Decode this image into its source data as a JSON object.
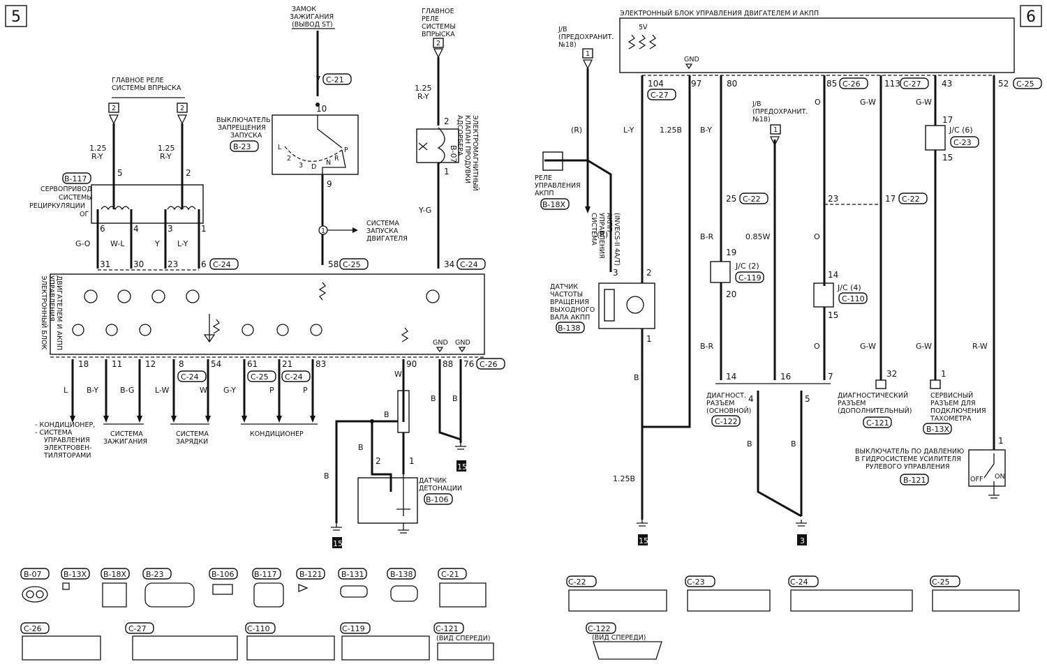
{
  "pages": {
    "left": "5",
    "right": "6"
  },
  "left": {
    "ign_lock": [
      "ЗАМОК",
      "ЗАЖИГАНИЯ",
      "(ВЫВОД ST)"
    ],
    "main_relay_top": [
      "ГЛАВНОЕ",
      "РЕЛЕ",
      "СИСТЕМЫ",
      "ВПРЫСКА"
    ],
    "main_relay_left": [
      "ГЛАВНОЕ РЕЛЕ",
      "СИСТЕМЫ ВПРЫСКА"
    ],
    "conn_2": "2",
    "inhibitor": [
      "ВЫКЛЮЧАТЕЛЬ",
      "ЗАПРЕЩЕНИЯ",
      "ЗАПУСКА"
    ],
    "inhibitor_code": "B-23",
    "purge_valve": [
      "ЭЛЕКТРОМАГНИТНЫЙ",
      "КЛАПАН ПРОДУВКИ",
      "АДСОРБЕРА"
    ],
    "purge_code": "B-07",
    "servo": [
      "СЕРВОПРИВОД",
      "СИСТЕМЫ",
      "РЕЦИРКУЛЯЦИИ"
    ],
    "servo_code": "B-117",
    "og": "ОГ",
    "ecu": [
      "ЭЛЕКТРОННЫЙ БЛОК",
      "УПРАВЛЕНИЯ",
      "ДВИГАТЕЛЕМ И АКПП"
    ],
    "starting_system": [
      "СИСТЕМА",
      "ЗАПУСКА",
      "ДВИГАТЕЛЯ"
    ],
    "wire_125ry": [
      "1.25",
      "R-Y"
    ],
    "wire_yg": "Y-G",
    "wires_top": [
      "G-O",
      "W-L",
      "Y",
      "L-Y"
    ],
    "pins_top": [
      "31",
      "30",
      "23",
      "6",
      "58",
      "34"
    ],
    "pins_servo": [
      "6",
      "4",
      "3",
      "1",
      "5",
      "2"
    ],
    "pins_lock": [
      "7",
      "10",
      "9"
    ],
    "pins_valve": [
      "2",
      "1"
    ],
    "codes_top": [
      "C-21",
      "C-24",
      "C-25",
      "C-24"
    ],
    "gnd": "GND",
    "pins_bottom": [
      "18",
      "11",
      "12",
      "8",
      "54",
      "61",
      "21",
      "83",
      "90",
      "88",
      "76"
    ],
    "codes_bottom": [
      "C-24",
      "C-25",
      "C-24",
      "C-26"
    ],
    "wires_bottom": [
      "L",
      "B-Y",
      "B-G",
      "L-W",
      "W",
      "G-Y",
      "P",
      "P",
      "W",
      "B",
      "B"
    ],
    "dest_ac": [
      "- КОНДИЦИОНЕР,",
      "- СИСТЕМА",
      "УПРАВЛЕНИЯ",
      "ЭЛЕКТРОВЕН-",
      "ТИЛЯТОРАМИ"
    ],
    "dest_ign": [
      "СИСТЕМА",
      "ЗАЖИГАНИЯ"
    ],
    "dest_charge": [
      "СИСТЕМА",
      "ЗАРЯДКИ"
    ],
    "dest_cond": "КОНДИЦИОНЕР",
    "knock": [
      "ДАТЧИК",
      "ДЕТОНАЦИИ"
    ],
    "knock_code": "B-106",
    "knock_wires": [
      "B",
      "B",
      "B",
      "W"
    ],
    "knock_pins": [
      "2",
      "1"
    ],
    "ground_15": "15",
    "gear_letters": [
      "L",
      "2",
      "3",
      "D",
      "N",
      "R",
      "P"
    ]
  },
  "right": {
    "ecu": "ЭЛЕКТРОННЫЙ БЛОК УПРАВЛЕНИЯ ДВИГАТЕЛЕМ И АКПП",
    "v5": "5V",
    "gnd": "GND",
    "jb": [
      "J/B",
      "(ПРЕДОХРАНИТ.",
      "№18)"
    ],
    "conn_1": "1",
    "pins_top": [
      "104",
      "97",
      "80",
      "85",
      "113",
      "43",
      "52"
    ],
    "codes_top": [
      "C-27",
      "C-26",
      "C-27",
      "C-25"
    ],
    "wires": [
      "L-Y",
      "1.25B",
      "B-Y",
      "O",
      "G-W",
      "G-W"
    ],
    "r": "(R)",
    "at_relay": [
      "РЕЛЕ",
      "УПРАВЛЕНИЯ",
      "АКПП"
    ],
    "at_relay_code": "B-18X",
    "at_system": [
      "СИСТЕМА",
      "УПРАВЛЕНИЯ",
      "АКПП",
      "(INVECS-II 4A/T)"
    ],
    "speed_sensor": [
      "ДАТЧИК",
      "ЧАСТОТЫ",
      "ВРАЩЕНИЯ",
      "ВЫХОДНОГО",
      "ВАЛА АКПП"
    ],
    "speed_code": "B-138",
    "speed_pins": [
      "3",
      "2",
      "1"
    ],
    "jc2": "J/C (2)",
    "jc2_code": "C-119",
    "jc4": "J/C (4)",
    "jc4_code": "C-110",
    "jc6": "J/C (6)",
    "jc6_code": "C-23",
    "pins_mid": [
      "25",
      "23",
      "17",
      "19",
      "20",
      "14",
      "15",
      "17",
      "15"
    ],
    "codes_mid": [
      "C-22",
      "C-22"
    ],
    "wires_mid": [
      "B-R",
      "0.85W",
      "O",
      "B-R",
      "O",
      "G-W",
      "G-W",
      "R-W",
      "B"
    ],
    "diag_main": [
      "ДИАГНОСТ.",
      "РАЗЪЕМ",
      "(ОСНОВНОЙ)"
    ],
    "diag_main_code": "C-122",
    "diag_pins": [
      "14",
      "16",
      "7",
      "4",
      "5"
    ],
    "diag_add": [
      "ДИАГНОСТИЧЕСКИЙ",
      "РАЗЪЕМ",
      "(ДОПОЛНИТЕЛЬНЫЙ)"
    ],
    "diag_add_code": "C-121",
    "diag_add_pin": "32",
    "service": [
      "СЕРВИСНЫЙ",
      "РАЗЪЕМ ДЛЯ",
      "ПОДКЛЮЧЕНИЯ",
      "ТАХОМЕТРА"
    ],
    "service_code": "B-13X",
    "service_pin": "1",
    "ps_switch": [
      "ВЫКЛЮЧАТЕЛЬ ПО ДАВЛЕНИЮ",
      "В ГИДРОСИСТЕМЕ УСИЛИТЕЛЯ",
      "РУЛЕВОГО УПРАВЛЕНИЯ"
    ],
    "ps_code": "B-121",
    "off": "OFF",
    "on": "ON",
    "ground_15": "15",
    "ground_3": "3",
    "wire_125b_low": "1.25B"
  },
  "connectors_left": [
    "B-07",
    "B-13X",
    "B-18X",
    "B-23",
    "B-106",
    "B-117",
    "B-121",
    "B-131",
    "B-138",
    "C-21",
    "C-26",
    "C-27",
    "C-110",
    "C-119",
    "C-121"
  ],
  "connectors_right": [
    "C-22",
    "C-23",
    "C-24",
    "C-25",
    "C-122"
  ],
  "front_view": "(ВИД СПЕРЕДИ)"
}
